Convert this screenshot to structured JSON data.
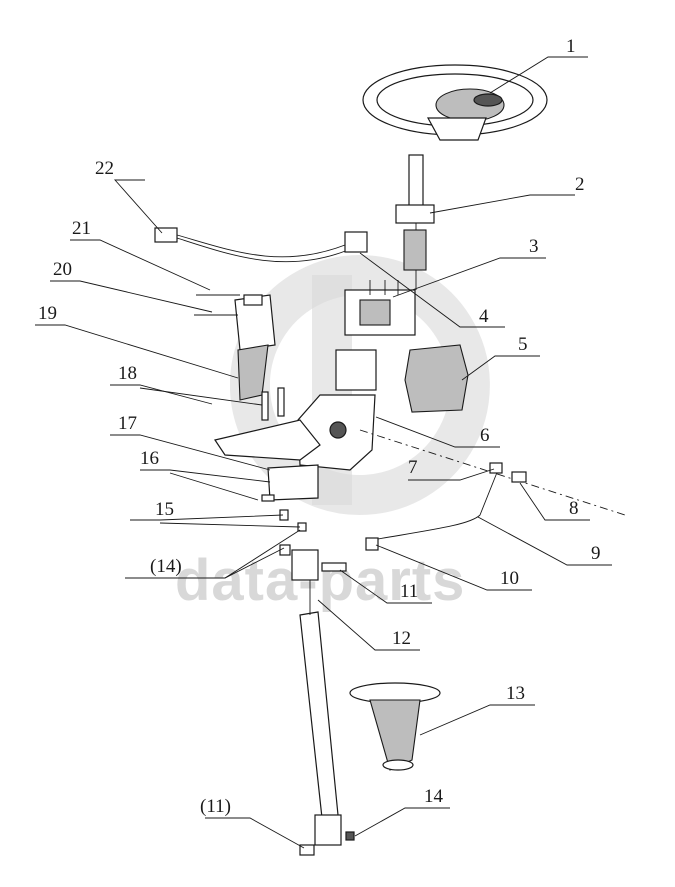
{
  "watermark": {
    "text": "data-parts",
    "color": "#cccccc"
  },
  "colors": {
    "line": "#1a1a1a",
    "part_fill": "#ffffff",
    "shade": "#555555",
    "background": "#ffffff"
  },
  "callouts": [
    {
      "id": "c1",
      "label": "1"
    },
    {
      "id": "c2",
      "label": "2"
    },
    {
      "id": "c3",
      "label": "3"
    },
    {
      "id": "c4",
      "label": "4"
    },
    {
      "id": "c5",
      "label": "5"
    },
    {
      "id": "c6",
      "label": "6"
    },
    {
      "id": "c7",
      "label": "7"
    },
    {
      "id": "c8",
      "label": "8"
    },
    {
      "id": "c9",
      "label": "9"
    },
    {
      "id": "c10",
      "label": "10"
    },
    {
      "id": "c11",
      "label": "11"
    },
    {
      "id": "c12",
      "label": "12"
    },
    {
      "id": "c13",
      "label": "13"
    },
    {
      "id": "c14",
      "label": "14"
    },
    {
      "id": "c11b",
      "label": "(11)"
    },
    {
      "id": "c14b",
      "label": "(14)"
    },
    {
      "id": "c15",
      "label": "15"
    },
    {
      "id": "c16",
      "label": "16"
    },
    {
      "id": "c17",
      "label": "17"
    },
    {
      "id": "c18",
      "label": "18"
    },
    {
      "id": "c19",
      "label": "19"
    },
    {
      "id": "c20",
      "label": "20"
    },
    {
      "id": "c21",
      "label": "21"
    },
    {
      "id": "c22",
      "label": "22"
    }
  ]
}
